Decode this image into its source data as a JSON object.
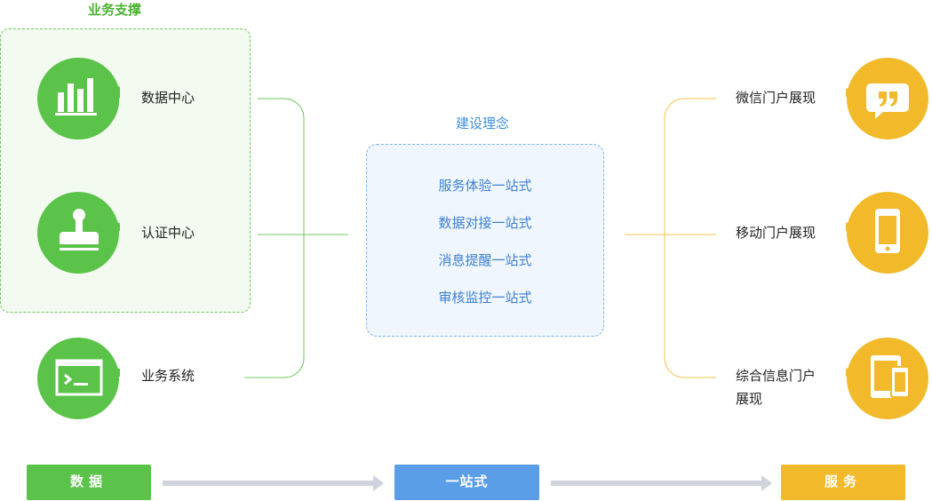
{
  "left_group": {
    "title": "业务支撑",
    "nodes": [
      {
        "label": "数据中心",
        "icon": "bar-chart-icon"
      },
      {
        "label": "认证中心",
        "icon": "stamp-icon"
      },
      {
        "label": "业务系统",
        "icon": "terminal-icon"
      }
    ]
  },
  "concept": {
    "title": "建设理念",
    "items": [
      "服务体验一站式",
      "数据对接一站式",
      "消息提醒一站式",
      "审核监控一站式"
    ]
  },
  "right_group": {
    "nodes": [
      {
        "label": "微信门户展现",
        "icon": "quote-bubble-icon"
      },
      {
        "label": "移动门户展现",
        "icon": "smartphone-icon"
      },
      {
        "label_line1": "综合信息门户",
        "label_line2": "展现",
        "icon": "tablet-phone-icon"
      }
    ]
  },
  "flow_bar": {
    "data_label": "数据",
    "onestop_label": "一站式",
    "service_label": "服务"
  },
  "colors": {
    "green": "#5bc34a",
    "yellow": "#f2b92b",
    "blue": "#5a9ee8",
    "arrow_gray": "#cfd3dc"
  }
}
